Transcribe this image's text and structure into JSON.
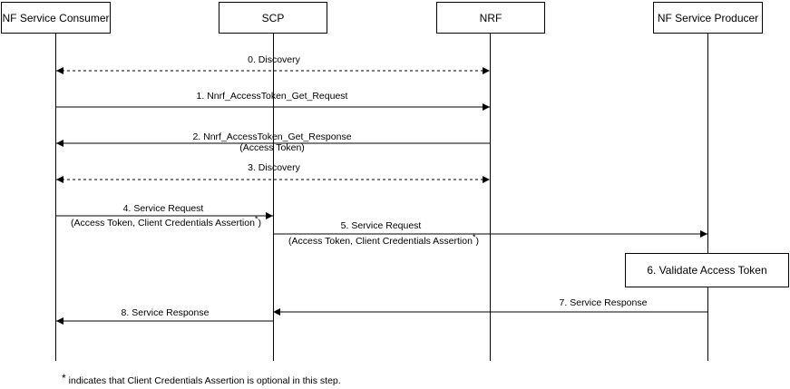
{
  "participants": [
    {
      "label": "NF Service Consumer"
    },
    {
      "label": "SCP"
    },
    {
      "label": "NRF"
    },
    {
      "label": "NF Service Producer"
    }
  ],
  "messages": [
    {
      "line1": "0. Discovery"
    },
    {
      "line1": "1. Nnrf_AccessToken_Get_Request"
    },
    {
      "line1": "2. Nnrf_AccessToken_Get_Response",
      "line2": "(Access Token)"
    },
    {
      "line1": "3. Discovery"
    },
    {
      "line1": "4. Service Request",
      "line2": "(Access Token, Client Credentials Assertion",
      "mark": "*",
      "close": ")"
    },
    {
      "line1": "5. Service Request",
      "line2": "(Access Token, Client Credentials Assertion",
      "mark": "*",
      "close": ")"
    },
    {
      "line1": "7. Service Response"
    },
    {
      "line1": "8. Service Response"
    }
  ],
  "note": {
    "label": "6. Validate Access Token"
  },
  "footnote": {
    "mark": "*",
    "text": "indicates that Client Credentials Assertion is optional in this step."
  }
}
